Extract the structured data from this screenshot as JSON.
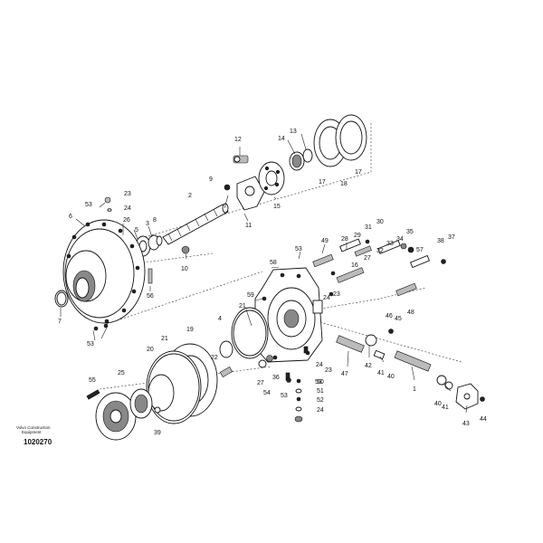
{
  "brand_line1": "Volvo Construction",
  "brand_line2": "Equipment",
  "document_number": "1020270",
  "callouts": [
    "1",
    "2",
    "3",
    "4",
    "5",
    "6",
    "7",
    "8",
    "9",
    "10",
    "11",
    "12",
    "13",
    "14",
    "15",
    "16",
    "17",
    "18",
    "19",
    "20",
    "21",
    "22",
    "23",
    "24",
    "25",
    "26",
    "27",
    "28",
    "29",
    "30",
    "31",
    "32",
    "33",
    "34",
    "35",
    "36",
    "37",
    "38",
    "39",
    "40",
    "41",
    "42",
    "43",
    "44",
    "45",
    "46",
    "47",
    "48",
    "49",
    "50",
    "51",
    "52",
    "53",
    "54",
    "55",
    "56",
    "57",
    "58",
    "59"
  ]
}
